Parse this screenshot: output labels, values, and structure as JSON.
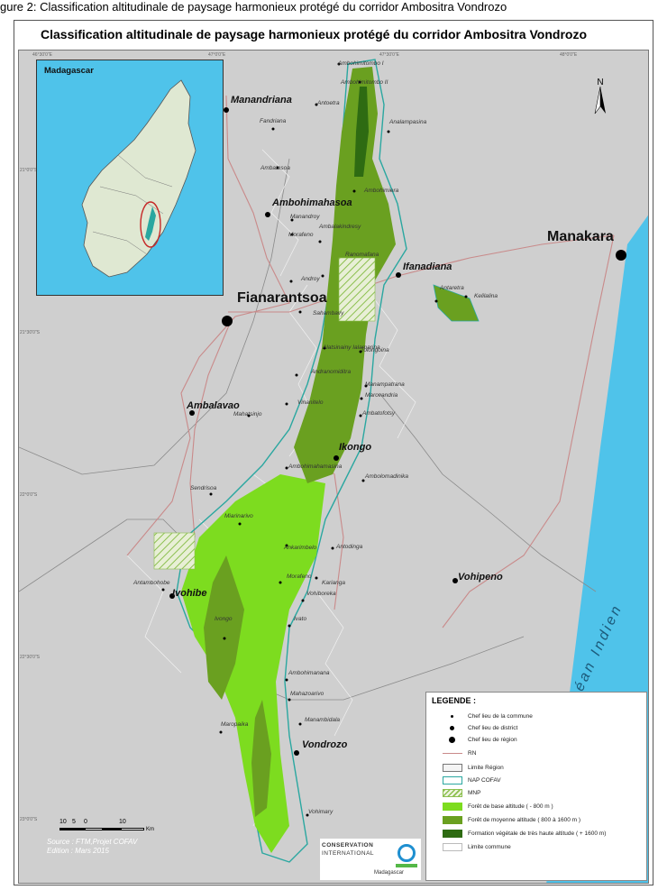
{
  "caption": "gure 2: Classification altitudinale de paysage harmonieux protégé du corridor Ambositra Vondrozo",
  "title": "Classification altitudinale de paysage harmonieux protégé du corridor Ambositra Vondrozo",
  "inset": {
    "title": "Madagascar"
  },
  "places": {
    "regions": [
      "Fianarantsoa",
      "Manakara"
    ],
    "districts": [
      "Manandriana",
      "Ambohimahasoa",
      "Ifanadiana",
      "Ambalavao",
      "Ikongo",
      "Vohipeno",
      "Ivohibe",
      "Vondrozo"
    ],
    "communes": [
      "Ambohimitombo I",
      "Ambohimitombo II",
      "Antoetra",
      "Analampasina",
      "Fandriana",
      "Ambatosoa",
      "Ambohimiera",
      "Manandroy",
      "Ambalakindresy",
      "Morafeno",
      "Ranomafana",
      "Androy",
      "Antaretra",
      "Kelilalina",
      "Sahambavy",
      "Alatsinainy Ialamarina",
      "Tolongoina",
      "Andranomiditra",
      "Manampatrana",
      "Marovandria",
      "Vinanitelo",
      "Ambatofotsy",
      "Mahatsinjo",
      "Ambohimahamasina",
      "Ambolomadinika",
      "Sendrisoa",
      "Miarinarivo",
      "Ankarimbelo",
      "Antodinga",
      "Antambohobe",
      "Morafeno",
      "Karianga",
      "Vohiboreka",
      "Ivato",
      "Ivongo",
      "Ambohimanana",
      "Mahazoarivo",
      "Manambidala",
      "Maropaika",
      "Vohimary"
    ]
  },
  "ocean": "Océan Indien",
  "legend": {
    "title": "LEGENDE :",
    "items": [
      {
        "label": "Chef lieu de la commune",
        "symbol": "dot-small"
      },
      {
        "label": "Chef lieu de district",
        "symbol": "dot-medium"
      },
      {
        "label": "Chef lieu de région",
        "symbol": "dot-large"
      },
      {
        "label": "RN",
        "symbol": "line"
      },
      {
        "label": "Limite Région",
        "symbol": "box-grey"
      },
      {
        "label": "NAP COFAV",
        "symbol": "box-teal"
      },
      {
        "label": "MNP",
        "symbol": "hatch"
      },
      {
        "label": "Forêt de base altitude ( - 800 m )",
        "symbol": "fill-light",
        "color": "#7ddc1f"
      },
      {
        "label": "Forêt de moyenne altitude ( 800 à 1600 m )",
        "symbol": "fill-mid",
        "color": "#6aa020"
      },
      {
        "label": "Formation végétale  de très haute altitude ( + 1600 m)",
        "symbol": "fill-dark",
        "color": "#2e6b12"
      },
      {
        "label": "Limite commune",
        "symbol": "box-white"
      }
    ]
  },
  "scale": {
    "ticks": [
      "10",
      "5",
      "0",
      "10"
    ],
    "unit": "Km"
  },
  "source": {
    "line1": "Source : FTM,Projet COFAV",
    "line2": "Edition : Mars 2015"
  },
  "logo": {
    "line1": "CONSERVATION",
    "line2": "INTERNATIONAL",
    "line3": "Madagascar"
  },
  "north_label": "N",
  "grid_ticks": {
    "top": [
      "46°30'0\"E",
      "47°0'0\"E",
      "47°30'0\"E",
      "48°0'0\"E"
    ],
    "left": [
      "21°0'0\"S",
      "21°30'0\"S",
      "22°0'0\"S",
      "22°30'0\"S",
      "23°0'0\"S"
    ]
  },
  "colors": {
    "forest_low": "#7ddc1f",
    "forest_mid": "#6aa020",
    "forest_high": "#2e6b12",
    "ocean": "#4fc3ea",
    "land": "#cfcfcf",
    "boundary_teal": "#2aa7a0",
    "road": "#c98a8a"
  }
}
